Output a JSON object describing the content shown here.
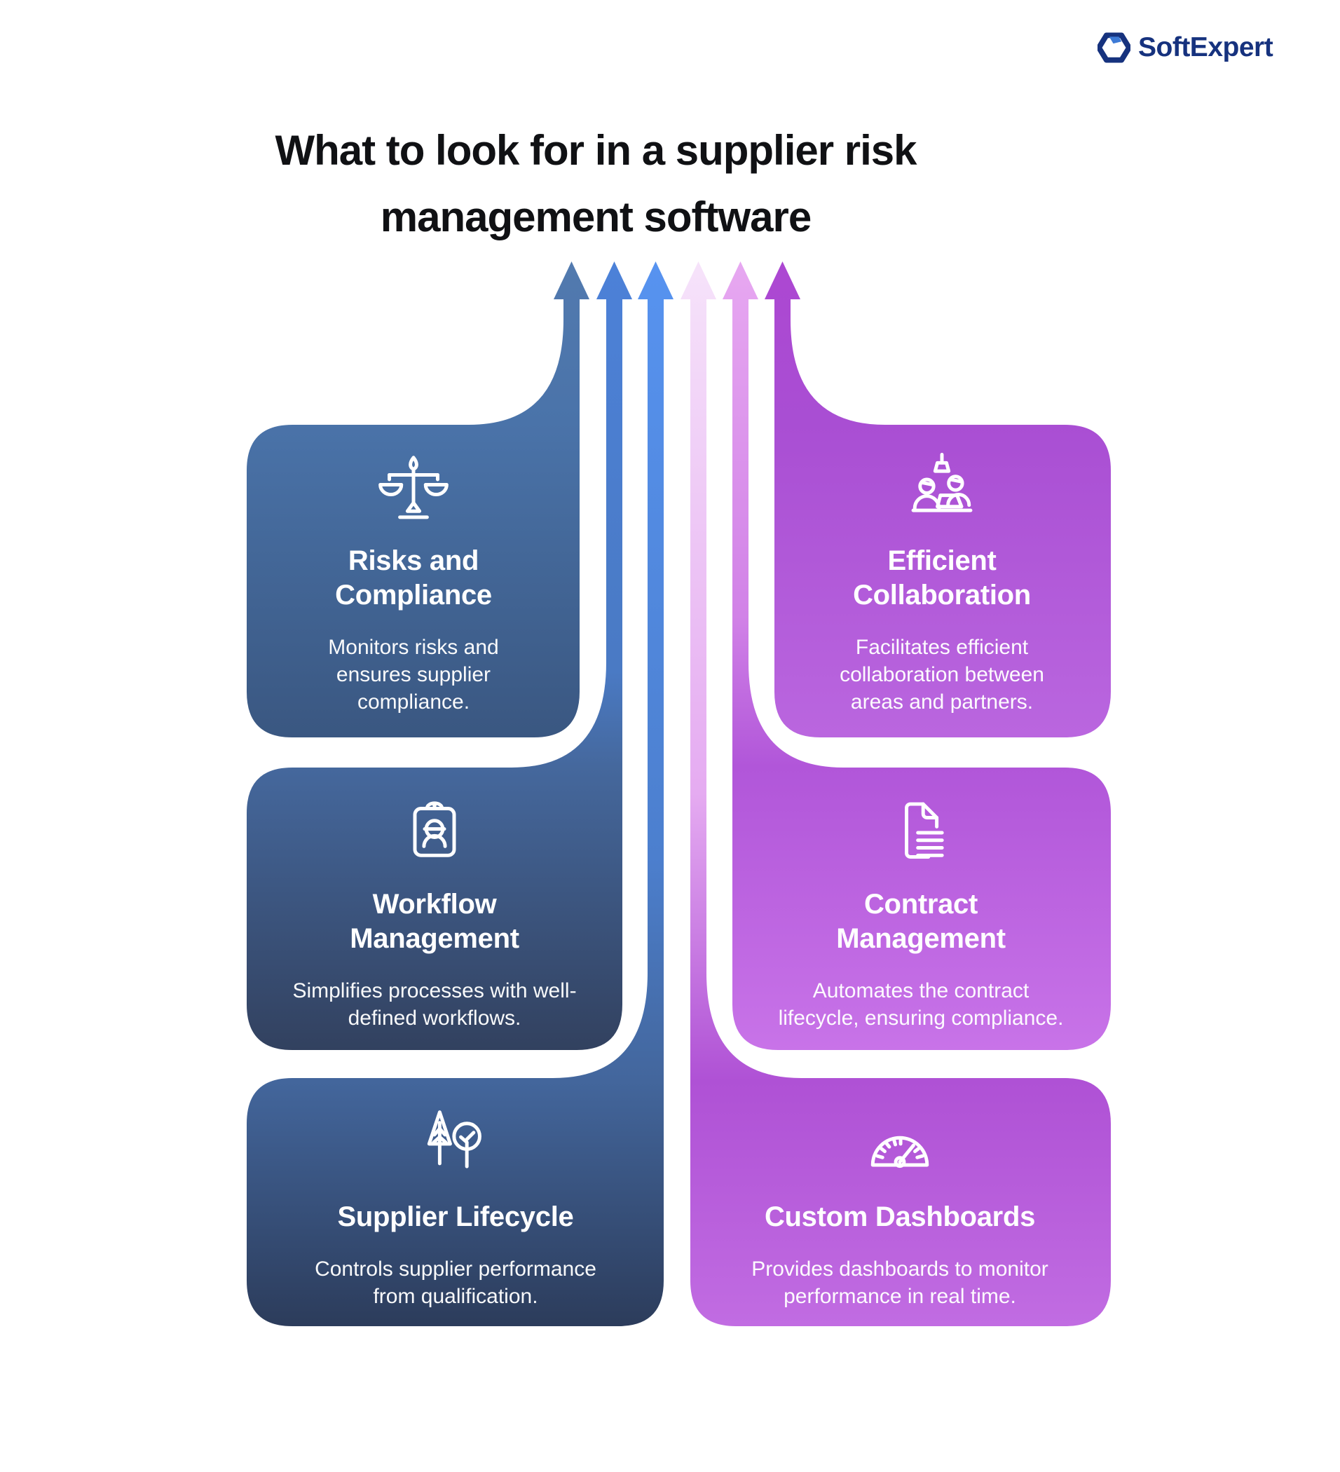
{
  "logo": {
    "text": "SoftExpert"
  },
  "title": "What to look for in a supplier risk\nmanagement software",
  "cards": [
    {
      "id": "risks",
      "title": "Risks and\nCompliance",
      "desc": "Monitors risks and\nensures supplier\ncompliance.",
      "icon": "scales-icon"
    },
    {
      "id": "collab",
      "title": "Efficient\nCollaboration",
      "desc": "Facilitates efficient\ncollaboration between\nareas and partners.",
      "icon": "collaboration-icon"
    },
    {
      "id": "workflow",
      "title": "Workflow\nManagement",
      "desc": "Simplifies processes with well-\ndefined workflows.",
      "icon": "clipboard-person-icon"
    },
    {
      "id": "contract",
      "title": "Contract\nManagement",
      "desc": "Automates the contract\nlifecycle, ensuring compliance.",
      "icon": "document-icon"
    },
    {
      "id": "supplier",
      "title": "Supplier Lifecycle",
      "desc": "Controls supplier performance\nfrom qualification.",
      "icon": "trees-icon"
    },
    {
      "id": "dashboards",
      "title": "Custom Dashboards",
      "desc": "Provides dashboards to monitor\nperformance in real time.",
      "icon": "gauge-icon"
    }
  ],
  "colors": {
    "background": "#FFFFFF",
    "title_text": "#101114",
    "logo_navy": "#16327E",
    "logo_blue": "#3D7AD6",
    "card_text": "#FFFFFF",
    "blue_card_top": "#4A73A9",
    "blue_card_bottom": "#2C3C5B",
    "purple_card_top": "#A94ED3",
    "purple_card_bottom": "#C873E8",
    "arrows": [
      "#527AAF",
      "#4C81D8",
      "#5793F0",
      "#F6E3FA",
      "#E7A8F1",
      "#AC47D2"
    ]
  }
}
